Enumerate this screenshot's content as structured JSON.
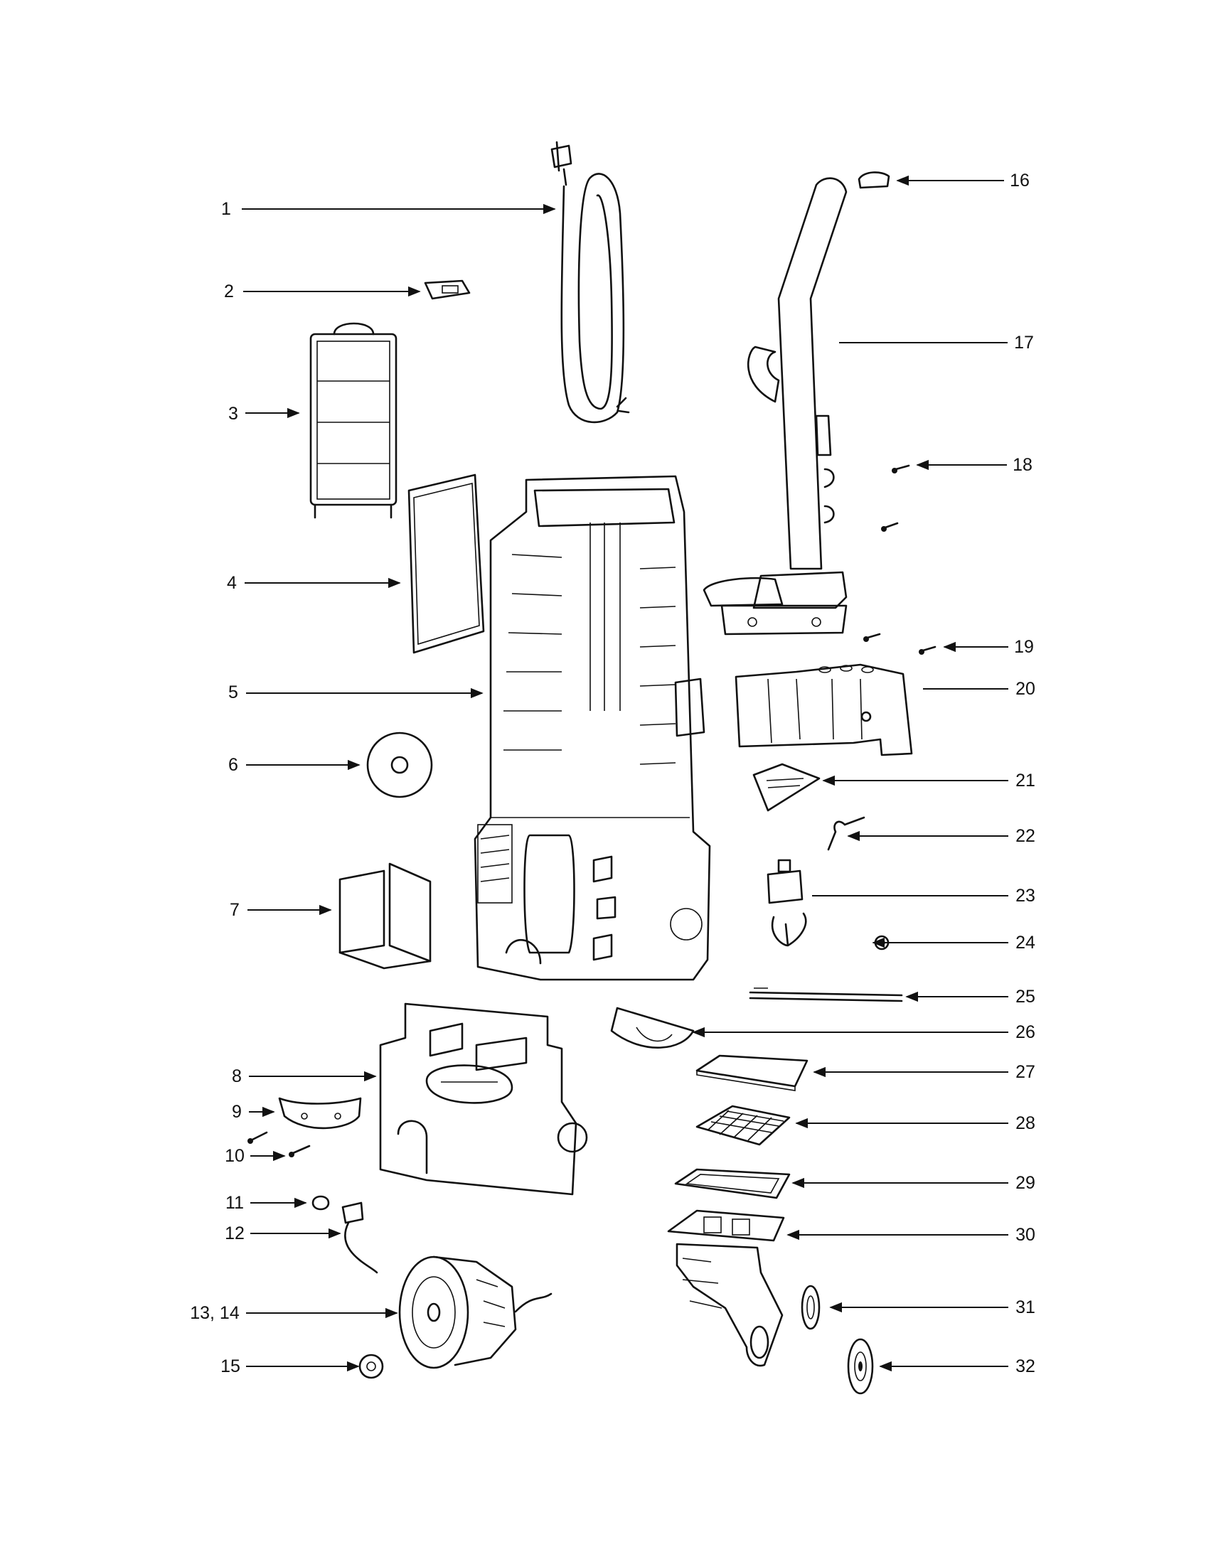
{
  "labels": {
    "l1": "1",
    "l2": "2",
    "l3": "3",
    "l4": "4",
    "l5": "5",
    "l6": "6",
    "l7": "7",
    "l8": "8",
    "l9": "9",
    "l10": "10",
    "l11": "11",
    "l12": "12",
    "l13": "13, 14",
    "l15": "15",
    "l16": "16",
    "l17": "17",
    "l18": "18",
    "l19": "19",
    "l20": "20",
    "l21": "21",
    "l22": "22",
    "l23": "23",
    "l24": "24",
    "l25": "25",
    "l26": "26",
    "l27": "27",
    "l28": "28",
    "l29": "29",
    "l30": "30",
    "l31": "31",
    "l32": "32"
  }
}
